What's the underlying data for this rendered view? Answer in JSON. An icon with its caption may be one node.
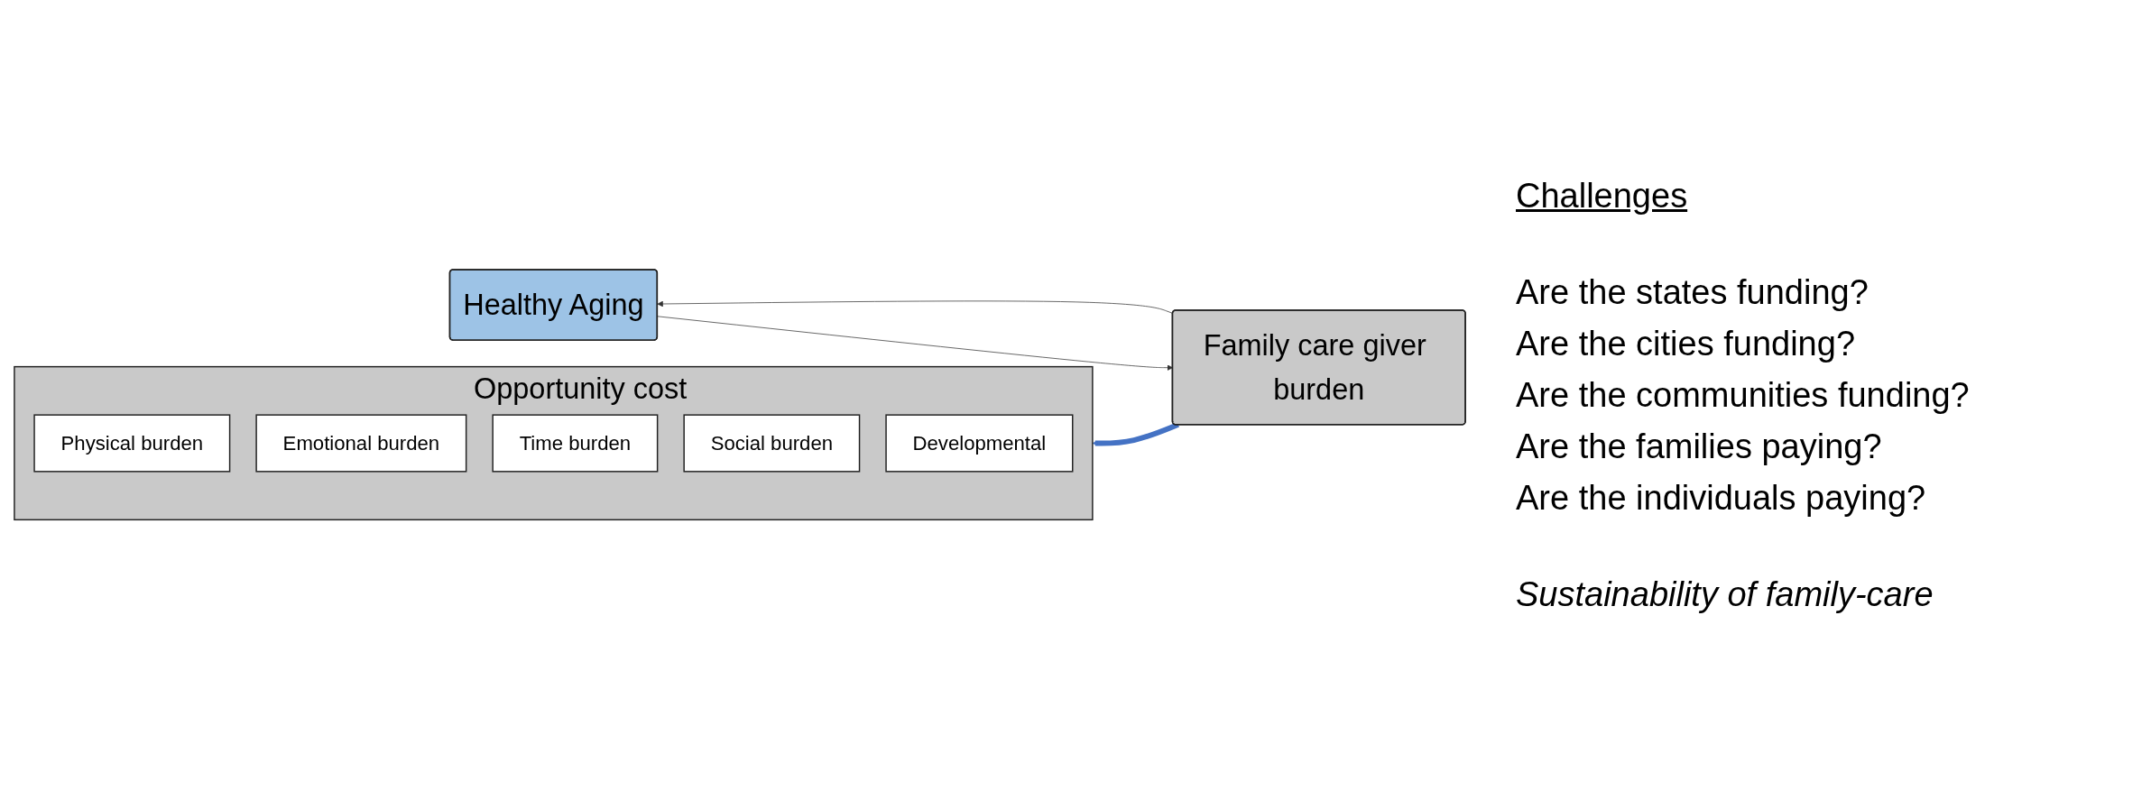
{
  "diagram": {
    "nodes": [
      {
        "text": [
          "Opportunity cost"
        ]
      },
      {
        "text": [
          "Physical burden"
        ],
        "in": 0
      },
      {
        "text": [
          "Emotional burden"
        ],
        "in": 0
      },
      {
        "text": [
          "Time burden"
        ],
        "in": 0
      },
      {
        "text": [
          "Social burden"
        ],
        "in": 0
      },
      {
        "text": [
          "Developmental"
        ],
        "in": 0
      },
      {
        "text": [
          "Family care giver burden"
        ]
      },
      {
        "text": [
          "Healthy Aging"
        ]
      }
    ],
    "edges": [
      {
        "from": 6,
        "to": 7,
        "arrow": "to"
      },
      {
        "from": 7,
        "to": 6,
        "arrow": "to"
      },
      {
        "from": 6,
        "to": 0,
        "arrow": "to",
        "style": "thick",
        "color": "#4472c4"
      }
    ],
    "labels": [
      "Challenges",
      "Are the states funding?",
      "Are the cities funding?",
      "Are the communities funding?",
      "Are the families paying?",
      "Are the individuals paying?",
      "Sustainability of family-care"
    ]
  }
}
